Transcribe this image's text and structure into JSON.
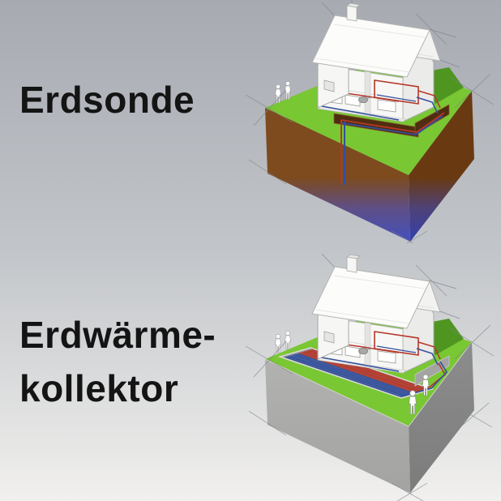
{
  "title_labels": {
    "erdsonde": "Erdsonde",
    "collector_line1": "Erdwärme-",
    "collector_line2": "kollektor"
  },
  "colors": {
    "background_top": "#a7aab1",
    "background_bottom": "#f1f0ee",
    "label_text": "#141414",
    "lawn_green": "#79c733",
    "lawn_shadow_green": "#4f9621",
    "soil_brown": "#7d4b1e",
    "soil_brown_dark": "#693a12",
    "deep_ground_blue": "#4450bd",
    "deep_ground_blue_dark": "#3340ad",
    "rock_gray_light": "#b2b2b0",
    "rock_gray_dark": "#8b8b8b",
    "pipe_warm_red": "#b5372a",
    "pipe_cold_blue": "#32509e",
    "house_white": "#f6f6f4",
    "trench_brown": "#4f2d10",
    "trench_rim_brown": "#8a5c2c",
    "construction_line_gray": "#7e848c"
  },
  "diagrams": [
    {
      "name": "erdsonde",
      "label": "Erdsonde",
      "depicts": "house with vertical ground borehole heat pump"
    },
    {
      "name": "erdwaermekollektor",
      "label": "Erdwärme-kollektor",
      "depicts": "house with horizontal ground heat collector"
    }
  ]
}
